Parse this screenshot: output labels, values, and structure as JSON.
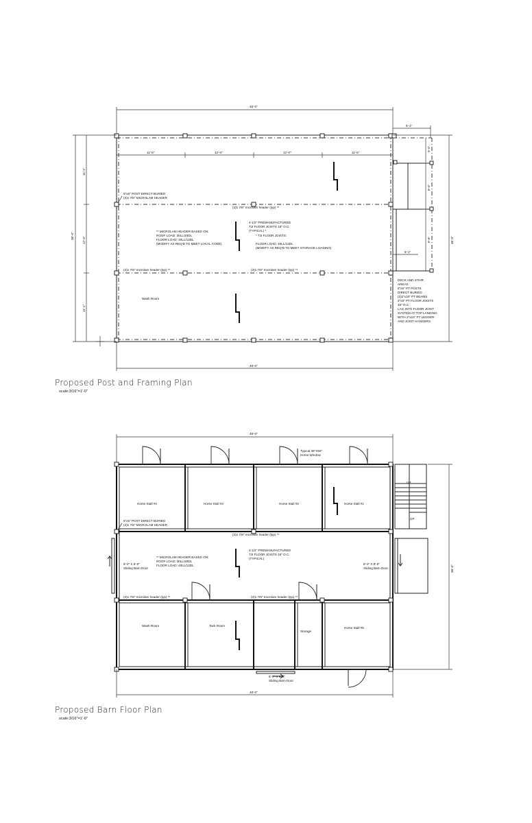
{
  "top_plan": {
    "title": "Proposed Post and Framing Plan",
    "scale": "scale:3/16\"=1'-0\"",
    "dims": {
      "overall_top": "48'-0\"",
      "overall_bottom": "48'-0\"",
      "deck_top": "5'-1\"",
      "bay1": "11'-6\"",
      "bay2": "12'-0\"",
      "bay3": "12'-0\"",
      "bay4": "11'-6\"",
      "left_overall": "36'-0\"",
      "right_overall": "36'-0\"",
      "left_upper": "11'-1\"",
      "left_mid": "12'-0\"",
      "left_lower": "11'-1\"",
      "deck_seg1": "5'-0\"",
      "deck_seg2": "8'-0\"",
      "deck_seg3": "6'-6\"",
      "deck_bottom": "5'-1\""
    },
    "notes": {
      "post_direct": "6\"x6\" POST DIRECT BURIED",
      "microlam_header": "(3)1 7/8\" MICROLAM HEADER",
      "header_typ_top": "(3)1 7/8\" microlam header (typ) **",
      "header_typ_left": "(3)1 7/8\" microlam header (typ) **",
      "header_typ_right": "(3)1 7/8\" microlam header (typ) **",
      "microlam_based": "** MICROLAM HEADER BASED ON:",
      "roof_load": "ROOF LOAD: 30LL/20DL",
      "floor_load": "FLOOR LOAD: 40LL/12DL",
      "modify": "(MODIFY AS REQ'D TO MEET LOCAL CODE)",
      "joist1": "4-1/2\" PREMANUFACTURED",
      "joist2": "TJI FLOOR JOISTS 16\" O.C.",
      "joist3": "(TYPICAL) *",
      "tji1": "* TJI FLOOR JOISTS:",
      "tji2": "FLOOR LOAD: 40LL/12DL",
      "tji3": "(MODIFY AS REQ'D TO MEET STORAGE LOADING)",
      "wash_room": "Wash Room",
      "deck": [
        "DECK AND STAIR",
        "AREAS",
        "6\"x6\" PT POSTS",
        "DIRECT BURIED",
        "(2)2\"x10\" PT BEAMS",
        "2\"x8\" PT FLOOR JOISTS",
        "16\" O.C.",
        "LAG INTO FLOOR JOIST",
        "SYSTEM AT TOP LANDING",
        "WITH 2\"x10\" PT LEDGER",
        "AND JOIST HANGERS."
      ]
    }
  },
  "bottom_plan": {
    "title": "Proposed Barn Floor Plan",
    "scale": "scale:3/16\"=1'-0\"",
    "dims": {
      "overall_top": "48'-0\"",
      "overall_bottom": "48'-0\"",
      "right_overall": "36'-0\""
    },
    "rooms": {
      "stall4": "Horse Stall #4",
      "stall3": "Horse Stall #3",
      "stall2": "Horse Stall #2",
      "stall1": "Horse Stall #1",
      "stall5": "Horse Stall #5",
      "wash_room": "Wash Room",
      "tack_room": "Tack Room",
      "storage": "Storage"
    },
    "notes": {
      "window1": "Typical 36\"X50\"",
      "window2": "Horse Window",
      "post_direct": "6\"x6\" POST DIRECT BURIED",
      "microlam_header": "(3)1 7/8\" MICROLAM HEADER",
      "header_typ_top": "(3)1 7/8\" microlam header (typ) **",
      "header_typ_left": "(3)1 7/8\" microlam header (typ) **",
      "header_typ_right": "(3)1 7/8\" microlam header (typ) **",
      "microlam_based": "** MICROLAM HEADER BASED ON:",
      "roof_load": "ROOF LOAD: 30LL/20DL",
      "floor_load": "FLOOR LOAD: 40LL/12DL",
      "joist1": "4-1/2\" PREMANUFACTURED",
      "joist2": "TJI FLOOR JOISTS 16\" O.C.",
      "joist3": "(TYPICAL)",
      "door_left1": "8'-0\" X 8'-0\"",
      "door_left2": "Sliding Barn Door",
      "door_right1": "8'-0\" X 8'-0\"",
      "door_right2": "Sliding Barn Door",
      "door_bottom1": "8'-0\" X 8'-0\"",
      "door_bottom2": "Sliding Barn Door",
      "stair_up": "UP",
      "stair_up2": "UP"
    }
  }
}
